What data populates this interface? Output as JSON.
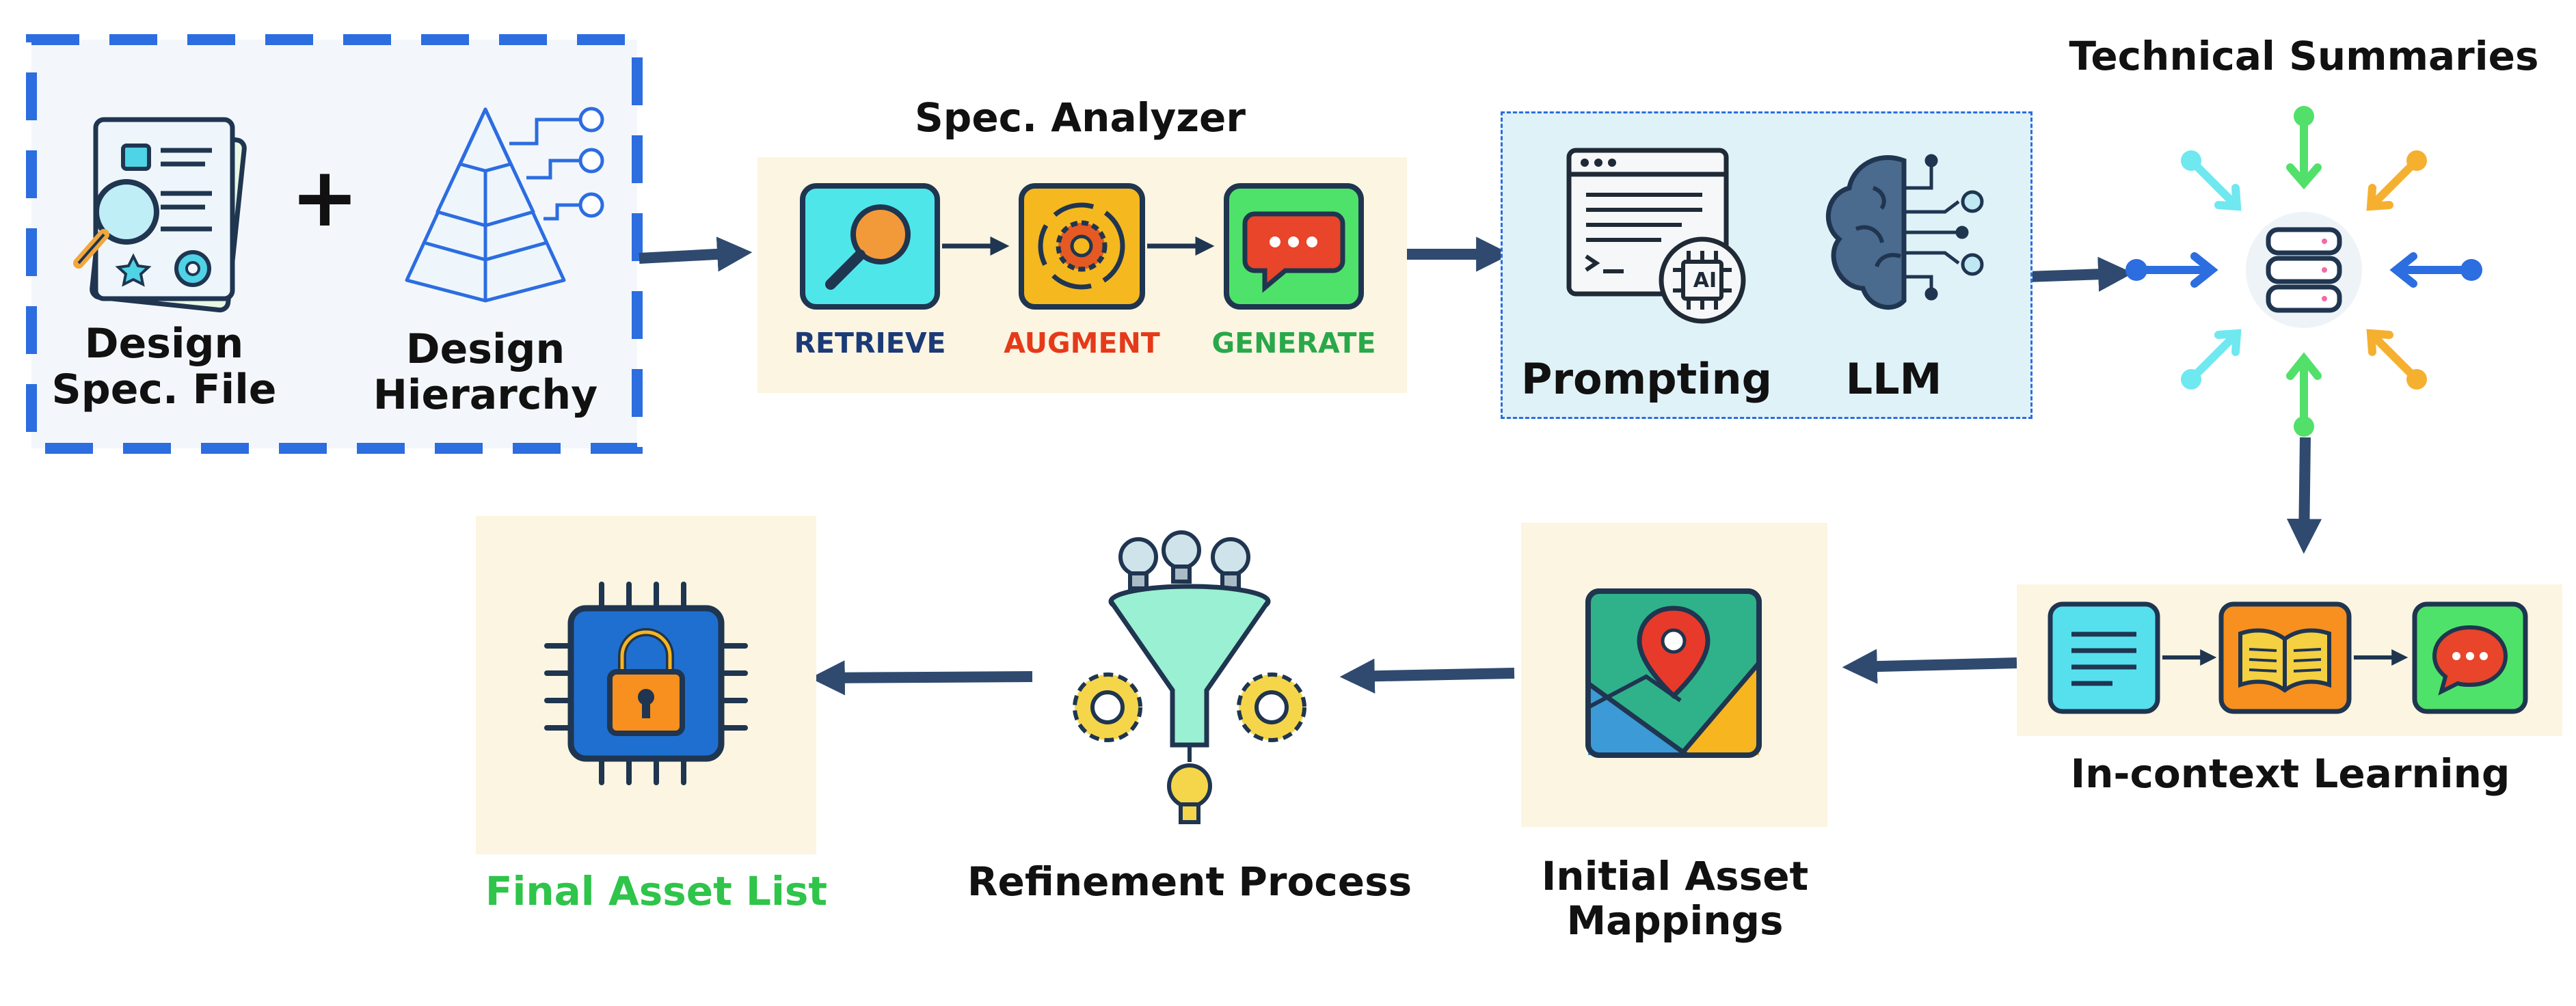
{
  "colors": {
    "arrow": "#2f4a6e",
    "retrieve": "#1b3a78",
    "augment": "#e53a1a",
    "generate": "#29a84a",
    "final_asset": "#2fc44a",
    "panel_cream": "#fbf5e1",
    "panel_blue": "#dff2f8",
    "dashed_blue": "#2c6de0"
  },
  "input": {
    "spec_file_label_1": "Design",
    "spec_file_label_2": "Spec. File",
    "plus": "+",
    "hierarchy_label_1": "Design",
    "hierarchy_label_2": "Hierarchy"
  },
  "analyzer": {
    "title": "Spec. Analyzer",
    "retrieve": "RETRIEVE",
    "augment": "AUGMENT",
    "generate": "GENERATE"
  },
  "llm_block": {
    "prompting": "Prompting",
    "llm": "LLM",
    "chip_text": "AI"
  },
  "summaries": {
    "title": "Technical Summaries"
  },
  "icl": {
    "title": "In-context Learning"
  },
  "initial": {
    "line1": "Initial Asset",
    "line2": "Mappings"
  },
  "refine": {
    "title": "Refinement Process"
  },
  "final": {
    "title": "Final Asset List"
  },
  "icons": [
    "document-icon",
    "pyramid-icon",
    "magnifier-icon",
    "gear-icon",
    "chat-icon",
    "terminal-icon",
    "brain-icon",
    "database-icon",
    "text-doc-icon",
    "book-icon",
    "map-pin-icon",
    "funnel-icon",
    "lightbulb-icon",
    "lock-chip-icon"
  ]
}
